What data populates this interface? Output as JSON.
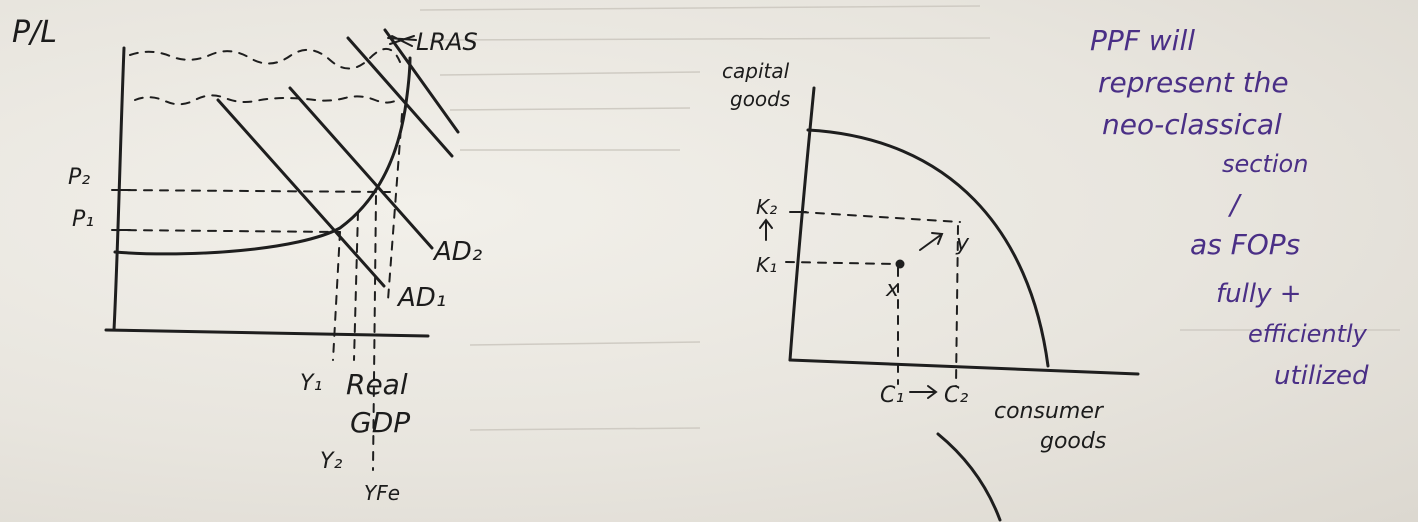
{
  "ad_as_diagram": {
    "y_axis_label": "P/L",
    "x_axis_label_line1": "Real",
    "x_axis_label_line2": "GDP",
    "lras_label": "LRAS",
    "price_labels": [
      "P₂",
      "P₁"
    ],
    "curve_labels": [
      "AD₂",
      "AD₁"
    ],
    "output_labels": [
      "Y₁",
      "Y₂",
      "YFe"
    ]
  },
  "ppf_diagram": {
    "y_axis_label_line1": "capital",
    "y_axis_label_line2": "goods",
    "x_axis_label_line1": "consumer",
    "x_axis_label_line2": "goods",
    "capital_labels": [
      "K₂",
      "K₁"
    ],
    "point_labels": [
      "x",
      "y"
    ],
    "consumer_labels": [
      "C₁",
      "C₂"
    ]
  },
  "note_lines": [
    "PPF will",
    "represent the",
    "neo-classical",
    "section",
    "/",
    "as FOPs",
    "fully +",
    "efficiently",
    "utilized"
  ],
  "ink_colors": {
    "black": "#1e1e1e",
    "purple": "#4a2f86"
  }
}
